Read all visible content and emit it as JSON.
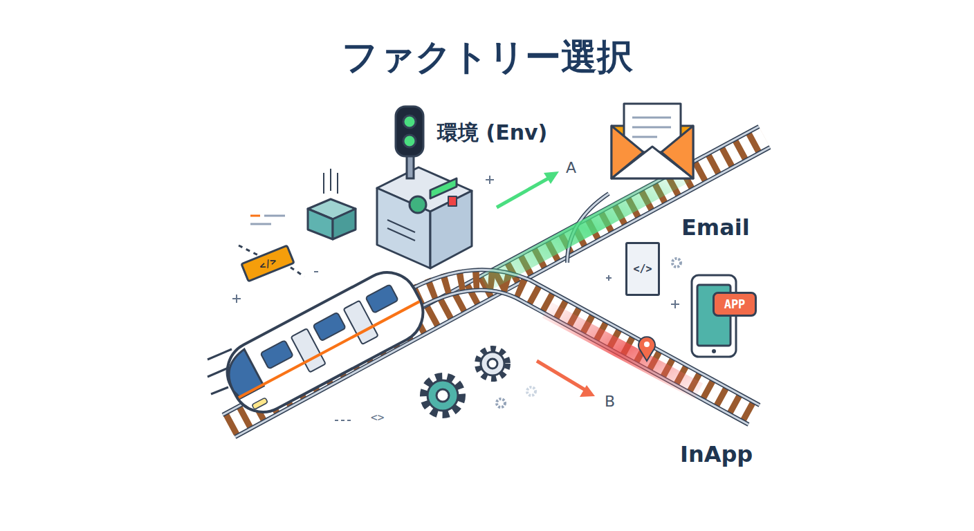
{
  "diagram": {
    "title": "ファクトリー選択",
    "nodes": [
      {
        "text": [
          "</>"
        ]
      },
      {
        "text": [
          "</>"
        ]
      },
      {
        "text": [
          "APP"
        ]
      }
    ],
    "labels": [
      "環境 (Env)",
      "A",
      "Email",
      "B",
      "InApp",
      "<>"
    ]
  }
}
